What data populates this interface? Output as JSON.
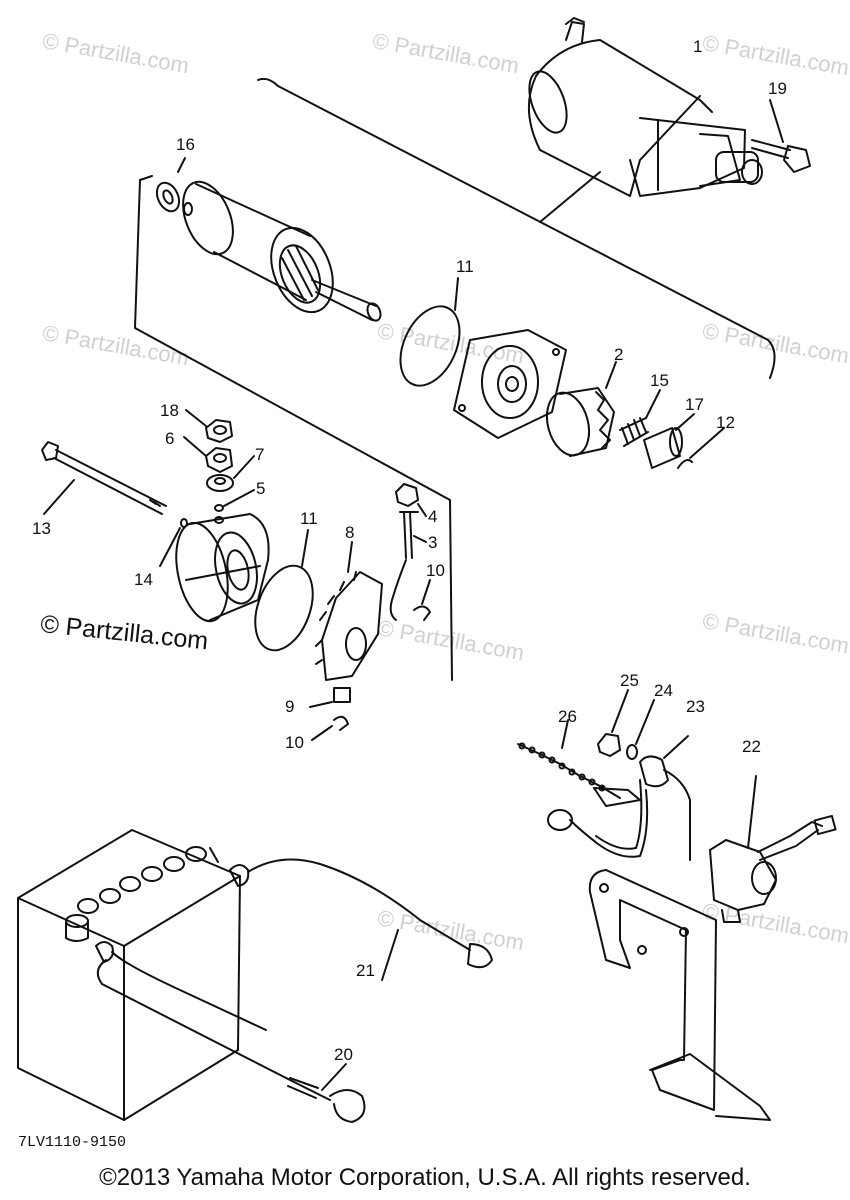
{
  "watermark": "© Partzilla.com",
  "watermark_main": "© Partzilla.com",
  "diagram_code": "7LV1110-9150",
  "copyright": "©2013  Yamaha Motor Corporation, U.S.A. All rights reserved.",
  "callouts": {
    "c1": "1",
    "c2": "2",
    "c3": "3",
    "c4": "4",
    "c5": "5",
    "c6": "6",
    "c7": "7",
    "c8": "8",
    "c9": "9",
    "c10a": "10",
    "c10b": "10",
    "c11a": "11",
    "c11b": "11",
    "c12": "12",
    "c13": "13",
    "c14": "14",
    "c15": "15",
    "c16": "16",
    "c17": "17",
    "c18": "18",
    "c19": "19",
    "c20": "20",
    "c21": "21",
    "c22": "22",
    "c23": "23",
    "c24": "24",
    "c25": "25",
    "c26": "26"
  }
}
